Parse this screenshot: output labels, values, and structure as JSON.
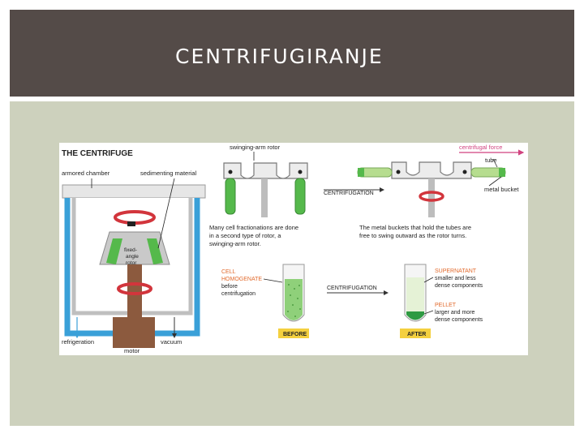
{
  "slide": {
    "title": "CENTRIFUGIRANJE"
  },
  "figure": {
    "heading": "THE CENTRIFUGE",
    "labels": {
      "armored_chamber": "armored chamber",
      "sedimenting_material": "sedimenting material",
      "fixed_angle_rotor": [
        "fixed-",
        "angle",
        "rotor"
      ],
      "refrigeration": "refrigeration",
      "motor": "motor",
      "vacuum": "vacuum",
      "swinging_arm_rotor": "swinging-arm rotor",
      "centrifugal_force": "centrifugal force",
      "tube": "tube",
      "metal_bucket": "metal bucket",
      "centrifugation_top": "CENTRIFUGATION",
      "centrifugation_bottom": "CENTRIFUGATION",
      "caption_left": [
        "Many cell fractionations are done",
        "in a second type of rotor, a",
        "swinging-arm rotor."
      ],
      "caption_right": [
        "The metal buckets that hold the tubes are",
        "free to swing outward as the rotor turns."
      ],
      "cell_homogenate": [
        "CELL",
        "HOMOGENATE"
      ],
      "before_centrifugation": [
        "before",
        "centrifugation"
      ],
      "supernatant": "SUPERNATANT",
      "supernatant_desc": [
        "smaller and less",
        "dense components"
      ],
      "pellet": "PELLET",
      "pellet_desc": [
        "larger and more",
        "dense components"
      ],
      "before": "BEFORE",
      "after": "AFTER"
    },
    "colors": {
      "accent_red": "#d2353c",
      "label_orange": "#e26a2c",
      "green": "#55b94b",
      "chamber_blue": "#3aa0d8",
      "motor_brown": "#8c5a3e",
      "tag_yellow": "#f4d03f",
      "magenta_arrow": "#d1427f"
    }
  }
}
